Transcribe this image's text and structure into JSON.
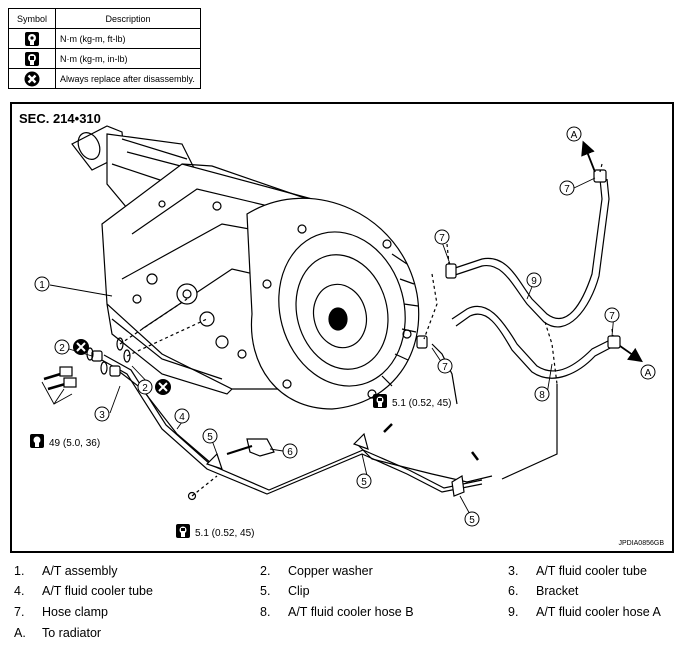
{
  "symbol_table": {
    "header_symbol": "Symbol",
    "header_description": "Description",
    "rows": [
      {
        "icon": "torque-wrench-icon",
        "description": "N·m (kg-m, ft-lb)"
      },
      {
        "icon": "torque-wrench-small-icon",
        "description": "N·m (kg-m, in-lb)"
      },
      {
        "icon": "replace-x-icon",
        "description": "Always replace after disassembly."
      }
    ]
  },
  "diagram": {
    "section": "SEC. 214•310",
    "code": "JPDIA0856GB",
    "torque_49": "49 (5.0, 36)",
    "torque_51_a": "5.1 (0.52, 45)",
    "torque_51_b": "5.1 (0.52, 45)",
    "callouts": {
      "n1": "1",
      "n2a": "2",
      "n2b": "2",
      "n3": "3",
      "n4": "4",
      "n5a": "5",
      "n5b": "5",
      "n5c": "5",
      "n6": "6",
      "n7a": "7",
      "n7b": "7",
      "n7c": "7",
      "n7d": "7",
      "n8": "8",
      "n9": "9",
      "A1": "A",
      "A2": "A"
    }
  },
  "legend": [
    {
      "num": "1.",
      "label": "A/T assembly"
    },
    {
      "num": "2.",
      "label": "Copper washer"
    },
    {
      "num": "3.",
      "label": "A/T fluid cooler tube"
    },
    {
      "num": "4.",
      "label": "A/T fluid cooler tube"
    },
    {
      "num": "5.",
      "label": "Clip"
    },
    {
      "num": "6.",
      "label": "Bracket"
    },
    {
      "num": "7.",
      "label": "Hose clamp"
    },
    {
      "num": "8.",
      "label": "A/T fluid cooler hose B"
    },
    {
      "num": "9.",
      "label": "A/T fluid cooler hose A"
    },
    {
      "num": "A.",
      "label": "To radiator"
    }
  ]
}
